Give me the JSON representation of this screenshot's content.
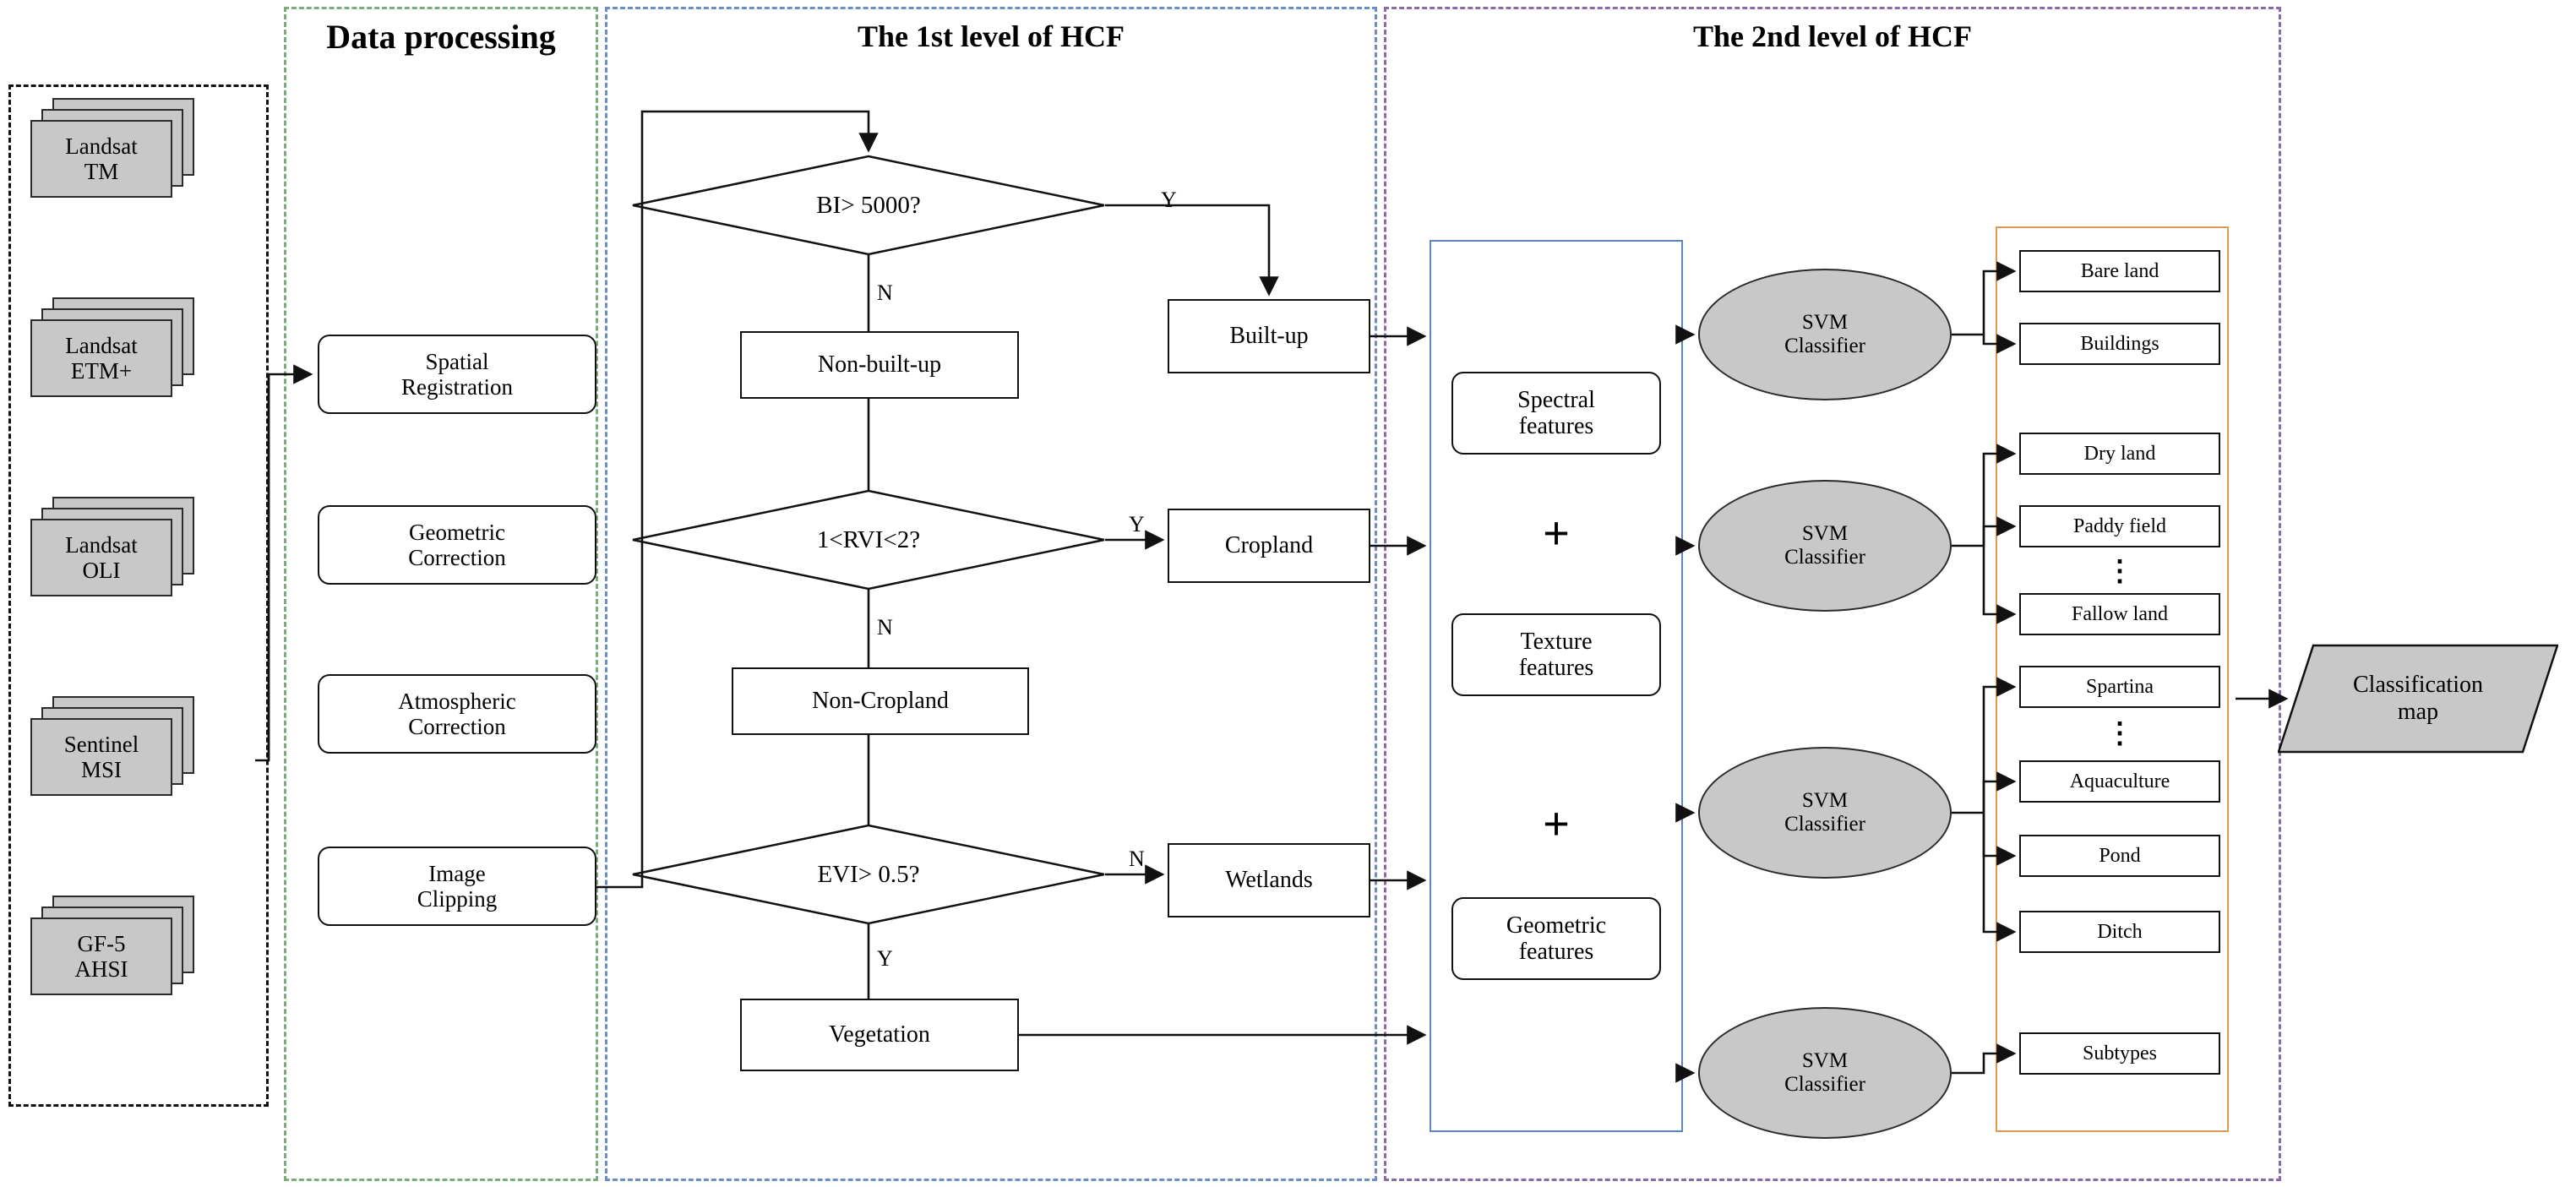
{
  "panels": [
    {
      "title": "Data processing",
      "color": "#7bab7b"
    },
    {
      "title": "The 1st level of HCF",
      "color": "#6b8fc4"
    },
    {
      "title": "The 2nd level of HCF",
      "color": "#8a6ba8"
    }
  ],
  "data_sources": {
    "items": [
      {
        "line1": "Landsat",
        "line2": "TM"
      },
      {
        "line1": "Landsat",
        "line2": "ETM+"
      },
      {
        "line1": "Landsat",
        "line2": "OLI"
      },
      {
        "line1": "Sentinel",
        "line2": "MSI"
      },
      {
        "line1": "GF-5",
        "line2": "AHSI"
      }
    ]
  },
  "processing": {
    "steps": [
      {
        "line1": "Spatial",
        "line2": "Registration"
      },
      {
        "line1": "Geometric",
        "line2": "Correction"
      },
      {
        "line1": "Atmospheric",
        "line2": "Correction"
      },
      {
        "line1": "Image",
        "line2": "Clipping"
      }
    ]
  },
  "level1": {
    "decisions": [
      {
        "text": "BI> 5000?",
        "yes_label": "Y",
        "no_label": "N"
      },
      {
        "text": "1<RVI<2?",
        "yes_label": "Y",
        "no_label": "N"
      },
      {
        "text": "EVI> 0.5?",
        "yes_label": "N",
        "no_label": "Y"
      }
    ],
    "classes": [
      "Built-up",
      "Cropland",
      "Wetlands"
    ],
    "negatives": [
      "Non-built-up",
      "Non-Cropland",
      "Vegetation"
    ]
  },
  "level2": {
    "features": [
      {
        "line1": "Spectral",
        "line2": "features"
      },
      {
        "line1": "Texture",
        "line2": "features"
      },
      {
        "line1": "Geometric",
        "line2": "features"
      }
    ],
    "plus_symbol": "+",
    "classifiers": [
      {
        "line1": "SVM",
        "line2": "Classifier"
      },
      {
        "line1": "SVM",
        "line2": "Classifier"
      },
      {
        "line1": "SVM",
        "line2": "Classifier"
      },
      {
        "line1": "SVM",
        "line2": "Classifier"
      }
    ],
    "outputs": [
      {
        "label": "Bare land"
      },
      {
        "label": "Buildings"
      },
      {
        "label": "Dry land"
      },
      {
        "label": "Paddy field"
      },
      {
        "label": "Fallow land"
      },
      {
        "label": "Spartina"
      },
      {
        "label": "Aquaculture"
      },
      {
        "label": "Pond"
      },
      {
        "label": "Ditch"
      },
      {
        "label": "Subtypes"
      }
    ],
    "ellipsis": "⋮"
  },
  "result": {
    "line1": "Classification",
    "line2": "map"
  },
  "colors": {
    "panel_data": "#7bab7b",
    "panel_level1": "#6b8fc4",
    "panel_level2": "#8a6ba8",
    "feature_frame": "#5c86bd",
    "output_frame": "#e09a52",
    "shape_fill": "#c8c8c8",
    "stroke": "#111111"
  }
}
